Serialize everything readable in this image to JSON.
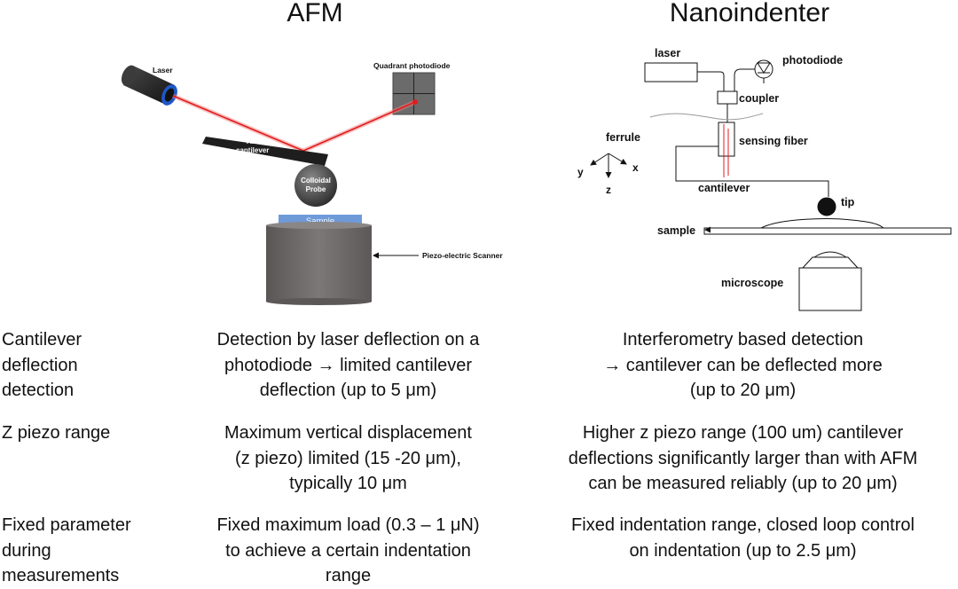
{
  "titles": {
    "afm": "AFM",
    "nanoindenter": "Nanoindenter"
  },
  "afm_diagram": {
    "laser": "Laser",
    "quadrant_photodiode": "Quadrant photodiode",
    "cantilever_line1": "AFM",
    "cantilever_line2": "cantilever",
    "probe_line1": "Colloidal",
    "probe_line2": "Probe",
    "sample": "Sample",
    "scanner": "Piezo-electric Scanner",
    "colors": {
      "laser_beam": "#e21b1b",
      "cylinder": "#6e6a6a",
      "sample": "#6f9ad8"
    }
  },
  "ni_diagram": {
    "laser": "laser",
    "photodiode": "photodiode",
    "coupler": "coupler",
    "ferrule": "ferrule",
    "sensing_fiber": "sensing fiber",
    "cantilever": "cantilever",
    "tip": "tip",
    "sample": "sample",
    "microscope": "microscope",
    "axis_x": "x",
    "axis_y": "y",
    "axis_z": "z"
  },
  "table": {
    "rows": [
      {
        "label": "Cantilever\ndeflection\ndetection",
        "afm": "Detection by laser deflection on a\nphotodiode → limited cantilever\ndeflection (up to 5 μm)",
        "nanoindenter": "Interferometry based detection\n→ cantilever can be deflected more\n(up to 20 μm)"
      },
      {
        "label": "Z piezo range",
        "afm": "Maximum vertical displacement\n(z piezo) limited (15 -20 μm),\ntypically 10 μm",
        "nanoindenter": "Higher z piezo range (100 um) cantilever\ndeflections significantly larger than with AFM\ncan be measured reliably (up to 20 μm)"
      },
      {
        "label": "Fixed parameter\nduring\nmeasurements",
        "afm": "Fixed maximum load (0.3 – 1 μN)\nto achieve a certain indentation\nrange",
        "nanoindenter": "Fixed indentation range, closed loop control\non indentation (up to 2.5 μm)"
      }
    ]
  }
}
